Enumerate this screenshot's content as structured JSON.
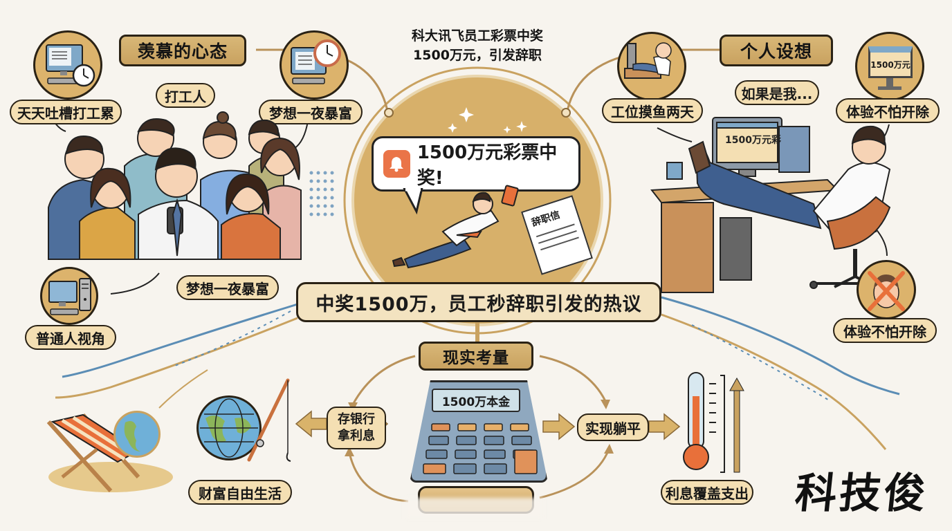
{
  "title": {
    "line1": "科大讯飞员工彩票中奖",
    "line2": "1500万元，引发辞职"
  },
  "center": {
    "notification_text": "1500万元彩票中奖!",
    "notification_icon": "bell-icon",
    "resignation_letter": "辞职信"
  },
  "headline": "中奖1500万，员工秒辞职引发的热议",
  "sections": {
    "envy": {
      "label": "羡慕的心态",
      "bubble": "打工人",
      "pills": [
        "天天吐槽打工累",
        "梦想一夜暴富",
        "梦想一夜暴富",
        "普通人视角"
      ]
    },
    "personal": {
      "label": "个人设想",
      "bubble": "如果是我...",
      "pills": [
        "工位摸鱼两天",
        "体验不怕开除",
        "体验不怕开除"
      ],
      "monitor_small": "1500万元",
      "monitor_desk": "1500万元彩"
    },
    "reality": {
      "label": "现实考量",
      "calculator_display": "1500万本金",
      "bank": "存银行\n拿利息",
      "bank_line1": "存银行",
      "bank_line2": "拿利息",
      "lie_flat": "实现躺平",
      "interest": "利息覆盖支出",
      "freedom": "财富自由生活",
      "bottom_label": ""
    }
  },
  "watermark": "科技俊",
  "colors": {
    "background": "#f7f4ee",
    "gold_dark": "#c9a260",
    "gold_light": "#f4dfb3",
    "outline": "#2a2215",
    "accent_orange": "#e8703a",
    "blue_line": "#5b8db5"
  }
}
